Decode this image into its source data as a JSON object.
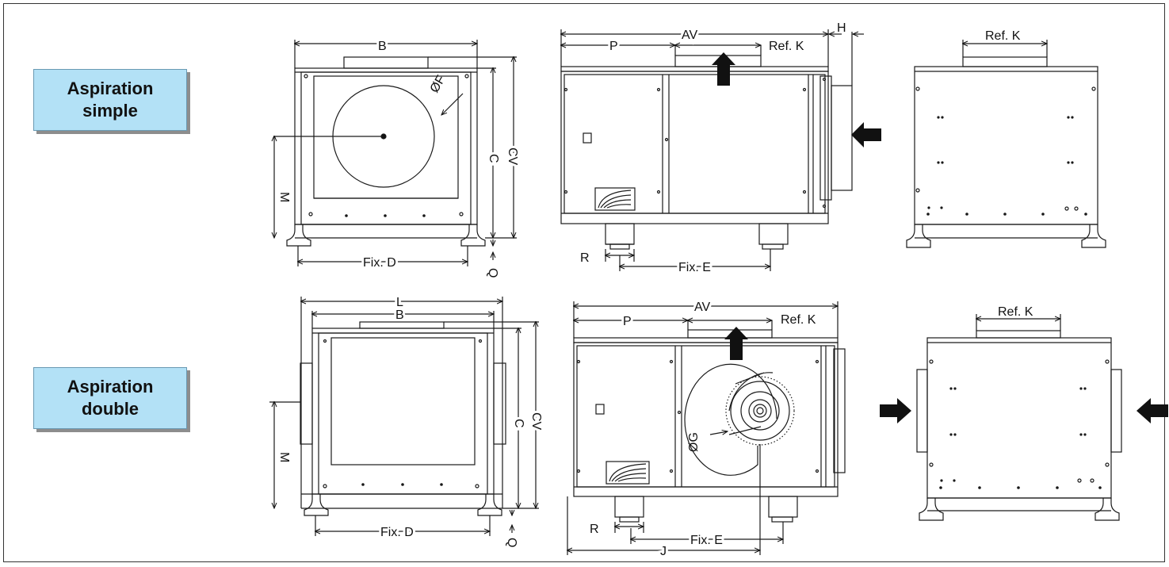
{
  "labels": {
    "simple": [
      "Aspiration",
      "simple"
    ],
    "double": [
      "Aspiration",
      "double"
    ]
  },
  "dims": {
    "B": "B",
    "L": "L",
    "C": "C",
    "CV": "CV",
    "M": "M",
    "F": "ØF",
    "G": "ØG",
    "fixD": "Fix. D",
    "fixE": "Fix. E",
    "Q": "Q",
    "R": "R",
    "AV": "AV",
    "P": "P",
    "H": "H",
    "J": "J",
    "refK": "Ref. K"
  },
  "colors": {
    "label_bg": "#b3e1f6",
    "line": "#1a1a1a",
    "arrow": "#111111"
  }
}
